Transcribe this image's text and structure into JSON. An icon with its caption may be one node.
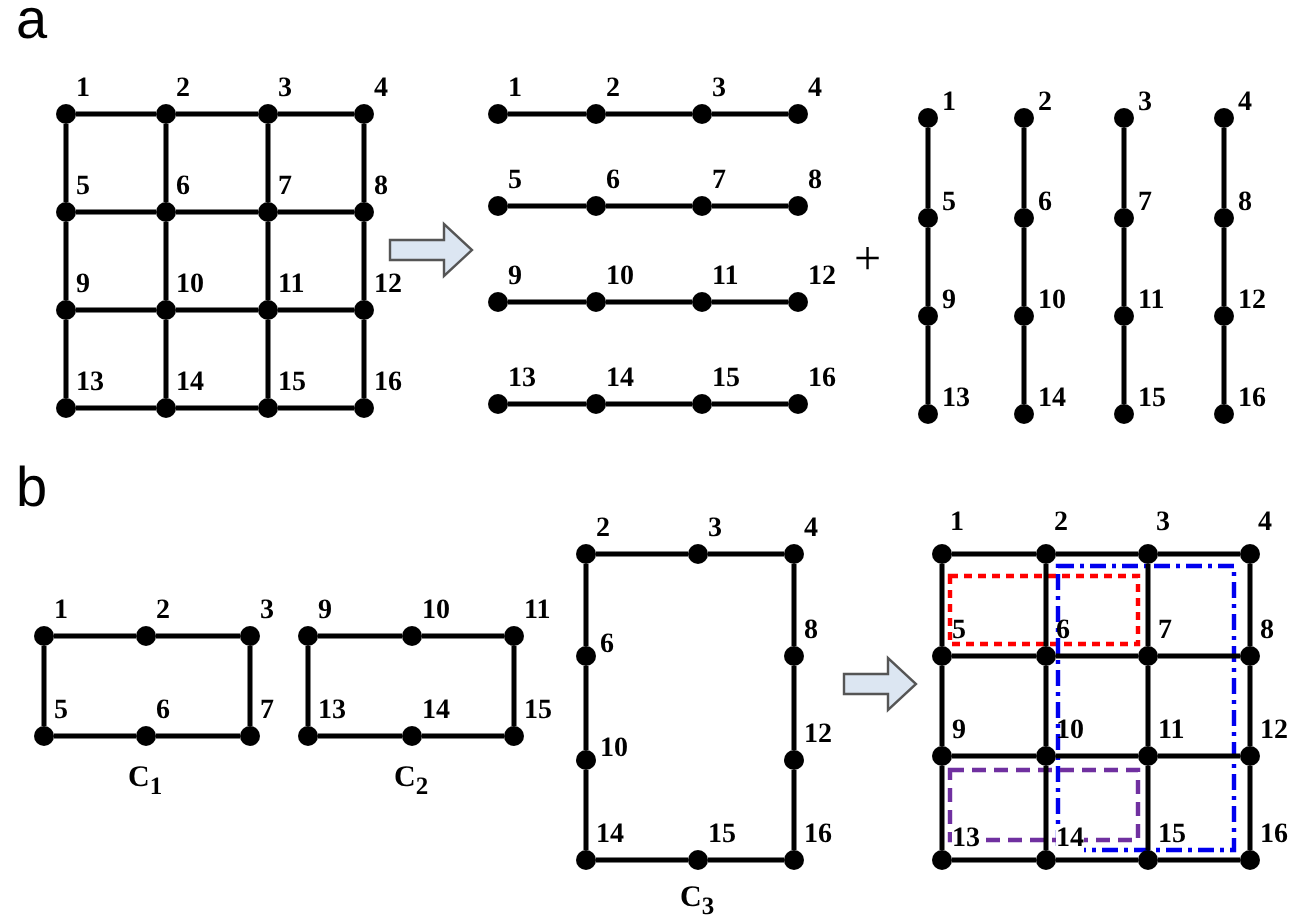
{
  "diagram": {
    "nodes": [
      {
        "text": [],
        "shape": "picture"
      },
      {
        "text": [],
        "shape": "circle",
        "beside": [
          "1"
        ],
        "in": 0
      },
      {
        "text": [],
        "shape": "circle",
        "beside": [
          "2"
        ],
        "in": 0
      },
      {
        "text": [],
        "shape": "circle",
        "beside": [
          "3"
        ],
        "in": 0
      },
      {
        "text": [],
        "shape": "circle",
        "beside": [
          "4"
        ],
        "in": 0
      },
      {
        "text": [],
        "shape": "circle",
        "beside": [
          "5"
        ],
        "in": 0
      },
      {
        "text": [],
        "shape": "circle",
        "beside": [
          "6"
        ],
        "in": 0
      },
      {
        "text": [],
        "shape": "circle",
        "beside": [
          "7"
        ],
        "in": 0
      },
      {
        "text": [],
        "shape": "circle",
        "beside": [
          "8"
        ],
        "in": 0
      },
      {
        "text": [],
        "shape": "circle",
        "beside": [
          "9"
        ],
        "in": 0
      },
      {
        "text": [],
        "shape": "circle",
        "beside": [
          "10"
        ],
        "in": 0
      },
      {
        "text": [],
        "shape": "circle",
        "beside": [
          "11"
        ],
        "in": 0
      },
      {
        "text": [],
        "shape": "circle",
        "beside": [
          "12"
        ],
        "in": 0
      },
      {
        "text": [],
        "shape": "circle",
        "beside": [
          "13"
        ],
        "in": 0
      },
      {
        "text": [],
        "shape": "circle",
        "beside": [
          "14"
        ],
        "in": 0
      },
      {
        "text": [],
        "shape": "circle",
        "beside": [
          "15"
        ],
        "in": 0
      },
      {
        "text": [],
        "shape": "circle",
        "beside": [
          "16"
        ],
        "in": 0
      },
      {
        "text": [],
        "shape": "picture"
      },
      {
        "text": [],
        "shape": "circle",
        "beside": [
          "1"
        ],
        "in": 17
      },
      {
        "text": [],
        "shape": "circle",
        "beside": [
          "2"
        ],
        "in": 17
      },
      {
        "text": [],
        "shape": "circle",
        "beside": [
          "3"
        ],
        "in": 17
      },
      {
        "text": [],
        "shape": "circle",
        "beside": [
          "4"
        ],
        "in": 17
      },
      {
        "text": [],
        "shape": "circle",
        "beside": [
          "5"
        ],
        "in": 17
      },
      {
        "text": [],
        "shape": "circle",
        "beside": [
          "6"
        ],
        "in": 17
      },
      {
        "text": [],
        "shape": "circle",
        "beside": [
          "7"
        ],
        "in": 17
      },
      {
        "text": [],
        "shape": "circle",
        "beside": [
          "8"
        ],
        "in": 17
      },
      {
        "text": [],
        "shape": "circle",
        "beside": [
          "9"
        ],
        "in": 17
      },
      {
        "text": [],
        "shape": "circle",
        "beside": [
          "10"
        ],
        "in": 17
      },
      {
        "text": [],
        "shape": "circle",
        "beside": [
          "11"
        ],
        "in": 17
      },
      {
        "text": [],
        "shape": "circle",
        "beside": [
          "12"
        ],
        "in": 17
      },
      {
        "text": [],
        "shape": "circle",
        "beside": [
          "13"
        ],
        "in": 17
      },
      {
        "text": [],
        "shape": "circle",
        "beside": [
          "14"
        ],
        "in": 17
      },
      {
        "text": [],
        "shape": "circle",
        "beside": [
          "15"
        ],
        "in": 17
      },
      {
        "text": [],
        "shape": "circle",
        "beside": [
          "16"
        ],
        "in": 17
      },
      {
        "text": [],
        "shape": "circle",
        "beside": [
          "1"
        ],
        "in": 17
      },
      {
        "text": [],
        "shape": "circle",
        "beside": [
          "2"
        ],
        "in": 17
      },
      {
        "text": [],
        "shape": "circle",
        "beside": [
          "3"
        ],
        "in": 17
      },
      {
        "text": [],
        "shape": "circle",
        "beside": [
          "4"
        ],
        "in": 17
      },
      {
        "text": [],
        "shape": "circle",
        "beside": [
          "5"
        ],
        "in": 17
      },
      {
        "text": [],
        "shape": "circle",
        "beside": [
          "6"
        ],
        "in": 17
      },
      {
        "text": [],
        "shape": "circle",
        "beside": [
          "7"
        ],
        "in": 17
      },
      {
        "text": [],
        "shape": "circle",
        "beside": [
          "8"
        ],
        "in": 17
      },
      {
        "text": [],
        "shape": "circle",
        "beside": [
          "9"
        ],
        "in": 17
      },
      {
        "text": [],
        "shape": "circle",
        "beside": [
          "10"
        ],
        "in": 17
      },
      {
        "text": [],
        "shape": "circle",
        "beside": [
          "11"
        ],
        "in": 17
      },
      {
        "text": [],
        "shape": "circle",
        "beside": [
          "12"
        ],
        "in": 17
      },
      {
        "text": [],
        "shape": "circle",
        "beside": [
          "13"
        ],
        "in": 17
      },
      {
        "text": [],
        "shape": "circle",
        "beside": [
          "14"
        ],
        "in": 17
      },
      {
        "text": [],
        "shape": "circle",
        "beside": [
          "15"
        ],
        "in": 17
      },
      {
        "text": [],
        "shape": "circle",
        "beside": [
          "16"
        ],
        "in": 17
      },
      {
        "text": [],
        "shape": "picture"
      },
      {
        "text": [],
        "shape": "circle",
        "beside": [
          "1"
        ],
        "in": 50
      },
      {
        "text": [],
        "shape": "circle",
        "beside": [
          "2"
        ],
        "in": 50
      },
      {
        "text": [],
        "shape": "circle",
        "beside": [
          "3"
        ],
        "in": 50
      },
      {
        "text": [],
        "shape": "circle",
        "beside": [
          "5"
        ],
        "in": 50
      },
      {
        "text": [],
        "shape": "circle",
        "beside": [
          "6"
        ],
        "in": 50
      },
      {
        "text": [],
        "shape": "circle",
        "beside": [
          "7"
        ],
        "in": 50
      },
      {
        "text": [],
        "shape": "circle",
        "beside": [
          "9"
        ],
        "in": 50
      },
      {
        "text": [],
        "shape": "circle",
        "beside": [
          "10"
        ],
        "in": 50
      },
      {
        "text": [],
        "shape": "circle",
        "beside": [
          "11"
        ],
        "in": 50
      },
      {
        "text": [],
        "shape": "circle",
        "beside": [
          "13"
        ],
        "in": 50
      },
      {
        "text": [],
        "shape": "circle",
        "beside": [
          "14"
        ],
        "in": 50
      },
      {
        "text": [],
        "shape": "circle",
        "beside": [
          "15"
        ],
        "in": 50
      },
      {
        "text": [],
        "shape": "circle",
        "beside": [
          "2"
        ],
        "in": 50
      },
      {
        "text": [],
        "shape": "circle",
        "beside": [
          "3"
        ],
        "in": 50
      },
      {
        "text": [],
        "shape": "circle",
        "beside": [
          "4"
        ],
        "in": 50
      },
      {
        "text": [],
        "shape": "circle",
        "beside": [
          "6"
        ],
        "in": 50
      },
      {
        "text": [],
        "shape": "circle",
        "beside": [
          "8"
        ],
        "in": 50
      },
      {
        "text": [],
        "shape": "circle",
        "beside": [
          "10"
        ],
        "in": 50
      },
      {
        "text": [],
        "shape": "circle",
        "beside": [
          "12"
        ],
        "in": 50
      },
      {
        "text": [],
        "shape": "circle",
        "beside": [
          "14"
        ],
        "in": 50
      },
      {
        "text": [],
        "shape": "circle",
        "beside": [
          "15"
        ],
        "in": 50
      },
      {
        "text": [],
        "shape": "circle",
        "beside": [
          "16"
        ],
        "in": 50
      },
      {
        "text": [],
        "shape": "picture"
      },
      {
        "text": [],
        "shape": "circle",
        "beside": [
          "1"
        ],
        "in": 73
      },
      {
        "text": [],
        "shape": "circle",
        "beside": [
          "2"
        ],
        "in": 73
      },
      {
        "text": [],
        "shape": "circle",
        "beside": [
          "3"
        ],
        "in": 73
      },
      {
        "text": [],
        "shape": "circle",
        "beside": [
          "4"
        ],
        "in": 73
      },
      {
        "text": [],
        "shape": "circle",
        "beside": [
          "5"
        ],
        "in": 73
      },
      {
        "text": [],
        "shape": "circle",
        "beside": [
          "6"
        ],
        "in": 73
      },
      {
        "text": [],
        "shape": "circle",
        "beside": [
          "7"
        ],
        "in": 73
      },
      {
        "text": [],
        "shape": "circle",
        "beside": [
          "8"
        ],
        "in": 73
      },
      {
        "text": [],
        "shape": "circle",
        "beside": [
          "9"
        ],
        "in": 73
      },
      {
        "text": [],
        "shape": "circle",
        "beside": [
          "10"
        ],
        "in": 73
      },
      {
        "text": [],
        "shape": "circle",
        "beside": [
          "11"
        ],
        "in": 73
      },
      {
        "text": [],
        "shape": "circle",
        "beside": [
          "12"
        ],
        "in": 73
      },
      {
        "text": [],
        "shape": "circle",
        "beside": [
          "13"
        ],
        "in": 73
      },
      {
        "text": [],
        "shape": "circle",
        "beside": [
          "14"
        ],
        "in": 73
      },
      {
        "text": [],
        "shape": "circle",
        "beside": [
          "15"
        ],
        "in": 73
      },
      {
        "text": [],
        "shape": "circle",
        "beside": [
          "16"
        ],
        "in": 73
      }
    ],
    "edges": [
      {
        "from": 1,
        "to": 2,
        "arrow": "none"
      },
      {
        "from": 2,
        "to": 3,
        "arrow": "none"
      },
      {
        "from": 3,
        "to": 4,
        "arrow": "none"
      },
      {
        "from": 5,
        "to": 6,
        "arrow": "none"
      },
      {
        "from": 6,
        "to": 7,
        "arrow": "none"
      },
      {
        "from": 7,
        "to": 8,
        "arrow": "none"
      },
      {
        "from": 9,
        "to": 10,
        "arrow": "none"
      },
      {
        "from": 10,
        "to": 11,
        "arrow": "none"
      },
      {
        "from": 11,
        "to": 12,
        "arrow": "none"
      },
      {
        "from": 13,
        "to": 14,
        "arrow": "none"
      },
      {
        "from": 14,
        "to": 15,
        "arrow": "none"
      },
      {
        "from": 15,
        "to": 16,
        "arrow": "none"
      },
      {
        "from": 1,
        "to": 5,
        "arrow": "none"
      },
      {
        "from": 5,
        "to": 9,
        "arrow": "none"
      },
      {
        "from": 9,
        "to": 13,
        "arrow": "none"
      },
      {
        "from": 2,
        "to": 6,
        "arrow": "none"
      },
      {
        "from": 6,
        "to": 10,
        "arrow": "none"
      },
      {
        "from": 10,
        "to": 14,
        "arrow": "none"
      },
      {
        "from": 3,
        "to": 7,
        "arrow": "none"
      },
      {
        "from": 7,
        "to": 11,
        "arrow": "none"
      },
      {
        "from": 11,
        "to": 15,
        "arrow": "none"
      },
      {
        "from": 4,
        "to": 8,
        "arrow": "none"
      },
      {
        "from": 8,
        "to": 12,
        "arrow": "none"
      },
      {
        "from": 12,
        "to": 16,
        "arrow": "none"
      },
      {
        "from": 0,
        "to": 17,
        "arrow": "to"
      },
      {
        "from": 18,
        "to": 19,
        "arrow": "none"
      },
      {
        "from": 19,
        "to": 20,
        "arrow": "none"
      },
      {
        "from": 20,
        "to": 21,
        "arrow": "none"
      },
      {
        "from": 22,
        "to": 23,
        "arrow": "none"
      },
      {
        "from": 23,
        "to": 24,
        "arrow": "none"
      },
      {
        "from": 24,
        "to": 25,
        "arrow": "none"
      },
      {
        "from": 26,
        "to": 27,
        "arrow": "none"
      },
      {
        "from": 27,
        "to": 28,
        "arrow": "none"
      },
      {
        "from": 28,
        "to": 29,
        "arrow": "none"
      },
      {
        "from": 30,
        "to": 31,
        "arrow": "none"
      },
      {
        "from": 31,
        "to": 32,
        "arrow": "none"
      },
      {
        "from": 32,
        "to": 33,
        "arrow": "none"
      },
      {
        "from": 34,
        "to": 38,
        "arrow": "none"
      },
      {
        "from": 38,
        "to": 42,
        "arrow": "none"
      },
      {
        "from": 42,
        "to": 46,
        "arrow": "none"
      },
      {
        "from": 35,
        "to": 39,
        "arrow": "none"
      },
      {
        "from": 39,
        "to": 43,
        "arrow": "none"
      },
      {
        "from": 43,
        "to": 47,
        "arrow": "none"
      },
      {
        "from": 36,
        "to": 40,
        "arrow": "none"
      },
      {
        "from": 40,
        "to": 44,
        "arrow": "none"
      },
      {
        "from": 44,
        "to": 48,
        "arrow": "none"
      },
      {
        "from": 37,
        "to": 41,
        "arrow": "none"
      },
      {
        "from": 41,
        "to": 45,
        "arrow": "none"
      },
      {
        "from": 45,
        "to": 49,
        "arrow": "none"
      },
      {
        "from": 51,
        "to": 52,
        "arrow": "none"
      },
      {
        "from": 52,
        "to": 53,
        "arrow": "none"
      },
      {
        "from": 53,
        "to": 56,
        "arrow": "none"
      },
      {
        "from": 56,
        "to": 55,
        "arrow": "none"
      },
      {
        "from": 55,
        "to": 54,
        "arrow": "none"
      },
      {
        "from": 54,
        "to": 51,
        "arrow": "none"
      },
      {
        "from": 57,
        "to": 58,
        "arrow": "none"
      },
      {
        "from": 58,
        "to": 59,
        "arrow": "none"
      },
      {
        "from": 59,
        "to": 62,
        "arrow": "none"
      },
      {
        "from": 62,
        "to": 61,
        "arrow": "none"
      },
      {
        "from": 61,
        "to": 60,
        "arrow": "none"
      },
      {
        "from": 60,
        "to": 57,
        "arrow": "none"
      },
      {
        "from": 63,
        "to": 64,
        "arrow": "none"
      },
      {
        "from": 64,
        "to": 65,
        "arrow": "none"
      },
      {
        "from": 65,
        "to": 67,
        "arrow": "none"
      },
      {
        "from": 67,
        "to": 69,
        "arrow": "none"
      },
      {
        "from": 69,
        "to": 72,
        "arrow": "none"
      },
      {
        "from": 72,
        "to": 71,
        "arrow": "none"
      },
      {
        "from": 71,
        "to": 70,
        "arrow": "none"
      },
      {
        "from": 70,
        "to": 68,
        "arrow": "none"
      },
      {
        "from": 68,
        "to": 66,
        "arrow": "none"
      },
      {
        "from": 66,
        "to": 63,
        "arrow": "none"
      },
      {
        "from": 50,
        "to": 73,
        "arrow": "to"
      },
      {
        "from": 74,
        "to": 75,
        "arrow": "none"
      },
      {
        "from": 75,
        "to": 76,
        "arrow": "none"
      },
      {
        "from": 76,
        "to": 77,
        "arrow": "none"
      },
      {
        "from": 78,
        "to": 79,
        "arrow": "none"
      },
      {
        "from": 79,
        "to": 80,
        "arrow": "none"
      },
      {
        "from": 80,
        "to": 81,
        "arrow": "none"
      },
      {
        "from": 82,
        "to": 83,
        "arrow": "none"
      },
      {
        "from": 83,
        "to": 84,
        "arrow": "none"
      },
      {
        "from": 84,
        "to": 85,
        "arrow": "none"
      },
      {
        "from": 86,
        "to": 87,
        "arrow": "none"
      },
      {
        "from": 87,
        "to": 88,
        "arrow": "none"
      },
      {
        "from": 88,
        "to": 89,
        "arrow": "none"
      },
      {
        "from": 74,
        "to": 78,
        "arrow": "none"
      },
      {
        "from": 78,
        "to": 82,
        "arrow": "none"
      },
      {
        "from": 82,
        "to": 86,
        "arrow": "none"
      },
      {
        "from": 75,
        "to": 79,
        "arrow": "none"
      },
      {
        "from": 79,
        "to": 83,
        "arrow": "none"
      },
      {
        "from": 83,
        "to": 87,
        "arrow": "none"
      },
      {
        "from": 76,
        "to": 80,
        "arrow": "none"
      },
      {
        "from": 80,
        "to": 84,
        "arrow": "none"
      },
      {
        "from": 84,
        "to": 88,
        "arrow": "none"
      },
      {
        "from": 77,
        "to": 81,
        "arrow": "none"
      },
      {
        "from": 81,
        "to": 85,
        "arrow": "none"
      },
      {
        "from": 85,
        "to": 89,
        "arrow": "none"
      }
    ],
    "labels": [
      "a",
      "+",
      "b",
      "C$_{1}$",
      "C$_{2}$",
      "C$_{3}$"
    ]
  }
}
